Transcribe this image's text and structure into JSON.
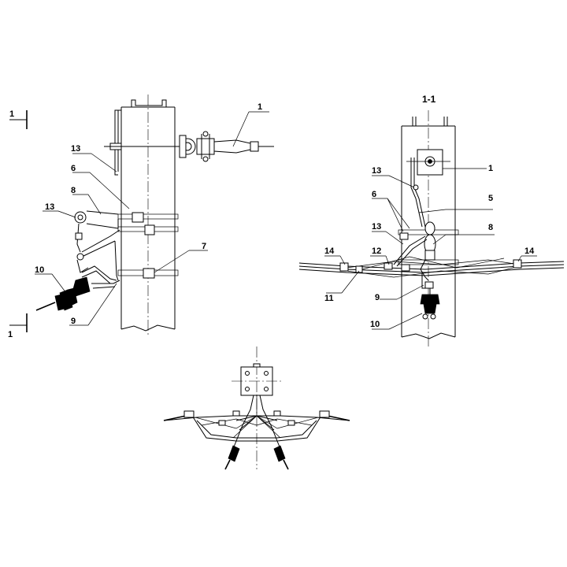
{
  "diagram": {
    "section_title": "1-1",
    "section_marks": [
      "1",
      "1"
    ],
    "front_view_labels": [
      "1",
      "13",
      "6",
      "8",
      "13",
      "7",
      "10",
      "9"
    ],
    "section_view_labels": [
      "13",
      "1",
      "5",
      "6",
      "13",
      "8",
      "14",
      "12",
      "14",
      "11",
      "9",
      "10"
    ]
  }
}
